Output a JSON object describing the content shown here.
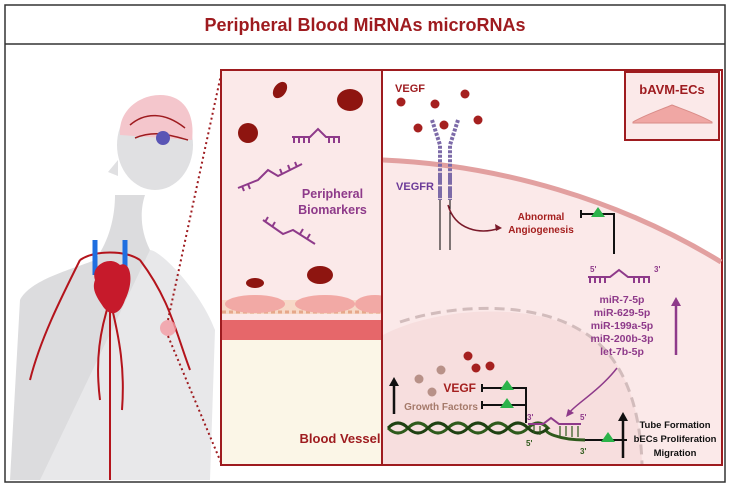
{
  "title": "Peripheral Blood MiRNAs microRNAs",
  "colors": {
    "accent": "#9e1b1f",
    "mirna": "#8e3a8a",
    "panel": "#fbe9e9",
    "arrow_green": "#2bb34a",
    "dna": "#2f5a1c"
  },
  "left_panel": {
    "label": "Peripheral Biomarkers",
    "vessel_label": "Blood Vessel"
  },
  "cell_box": {
    "label": "bAVM-ECs"
  },
  "right_panel": {
    "vegf_label": "VEGF",
    "vegfr_label": "VEGFR",
    "outcome_line1": "Abnormal",
    "outcome_line2": "Angiogenesis",
    "mirna_5": "5'",
    "mirna_3": "3'",
    "mirnas": [
      "miR-7-5p",
      "miR-629-5p",
      "miR-199a-5p",
      "miR-200b-3p",
      "let-7b-5p"
    ],
    "nucleus_vegf": "VEGF",
    "growth_factors": "Growth Factors",
    "effects": [
      "Tube Formation",
      "bECs Proliferation",
      "Migration"
    ],
    "dna_5": "5'",
    "dna_3": "3'",
    "bound_3": "3'",
    "bound_5": "5'"
  },
  "icons": [
    "human-body-icon",
    "red-blood-cell-icon",
    "mirna-icon",
    "vegf-molecule-icon",
    "vegf-receptor-icon",
    "endothelial-cell-icon",
    "dna-helix-icon",
    "inhibition-arrow-icon"
  ]
}
